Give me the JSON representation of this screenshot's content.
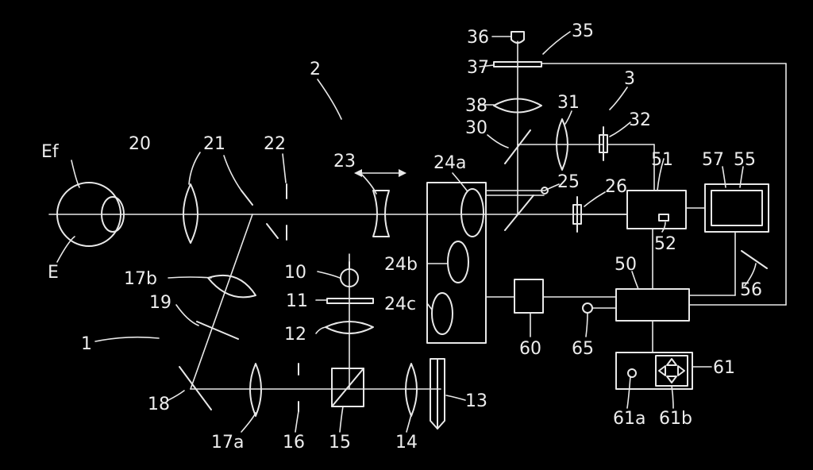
{
  "diagram": {
    "background": "#000000",
    "ink": "#e8e8e8",
    "labels": {
      "Ef": "Ef",
      "E": "E",
      "n1": "1",
      "n2": "2",
      "n3": "3",
      "n10": "10",
      "n11": "11",
      "n12": "12",
      "n13": "13",
      "n14": "14",
      "n15": "15",
      "n16": "16",
      "n17a": "17a",
      "n17b": "17b",
      "n18": "18",
      "n19": "19",
      "n20": "20",
      "n21": "21",
      "n22": "22",
      "n23": "23",
      "n24a": "24a",
      "n24b": "24b",
      "n24c": "24c",
      "n25": "25",
      "n26": "26",
      "n30": "30",
      "n31": "31",
      "n32": "32",
      "n35": "35",
      "n36": "36",
      "n37": "37",
      "n38": "38",
      "n50": "50",
      "n51": "51",
      "n52": "52",
      "n55": "55",
      "n56": "56",
      "n57": "57",
      "n60": "60",
      "n61": "61",
      "n61a": "61a",
      "n61b": "61b",
      "n65": "65"
    }
  }
}
